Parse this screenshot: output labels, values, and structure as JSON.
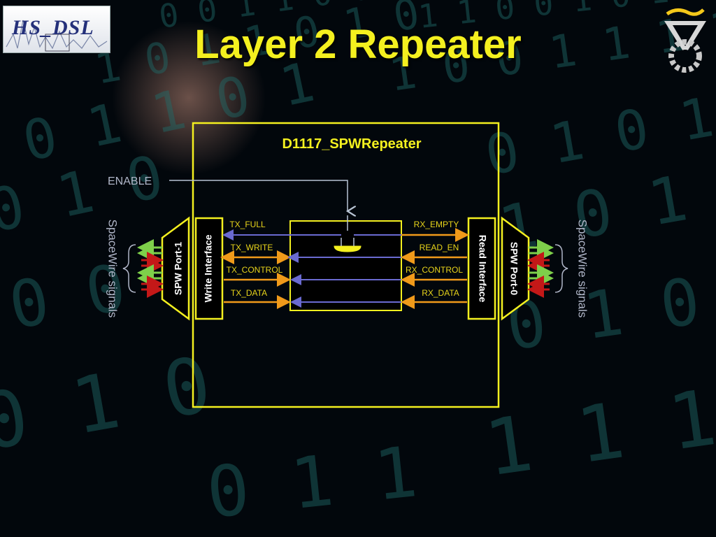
{
  "slide": {
    "title": "Layer 2 Repeater"
  },
  "logos": {
    "left": "HS_DSL",
    "right": "university-emblem"
  },
  "colors": {
    "title": "#f4f01f",
    "frame": "#f4f01f",
    "signal_label": "#e8d41a",
    "orange_arrow": "#f09a1a",
    "blue_arrow": "#6a6ad0",
    "green_arrow": "#7ed04a",
    "red_arrow": "#c41818",
    "grey_text": "#b0b6c8"
  },
  "diagram": {
    "module_name": "D1117_SPWRepeater",
    "enable_label": "ENABLE",
    "left_port": "SPW Port-1",
    "right_port": "SPW Port-0",
    "write_interface": "Write Interface",
    "read_interface": "Read Interface",
    "left_signals_label": "SpaceWire signals",
    "right_signals_label": "SpaceWire signals",
    "write_signals": [
      "TX_FULL",
      "TX_WRITE",
      "TX_CONTROL",
      "TX_DATA"
    ],
    "read_signals": [
      "RX_EMPTY",
      "READ_EN",
      "RX_CONTROL",
      "RX_DATA"
    ]
  }
}
